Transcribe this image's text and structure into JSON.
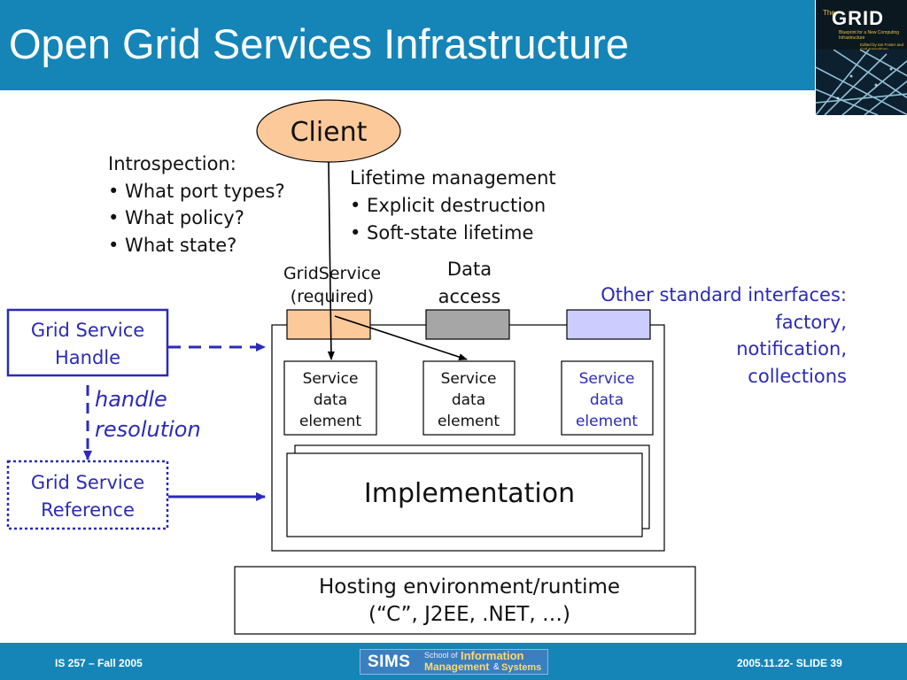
{
  "slide": {
    "title": "Open Grid Services Infrastructure"
  },
  "book_cover": {
    "the": "The",
    "title": "GRID",
    "subtitle": "Blueprint for a New Computing Infrastructure",
    "editors": "Edited by Ian Foster and Carl Kesselman"
  },
  "diagram": {
    "client": "Client",
    "introspection": {
      "heading": "Introspection:",
      "items": [
        "• What port types?",
        "• What policy?",
        "• What state?"
      ]
    },
    "lifetime": {
      "heading": "Lifetime management",
      "items": [
        "• Explicit destruction",
        "• Soft-state lifetime"
      ]
    },
    "gridservice_label": [
      "GridService",
      "(required)"
    ],
    "data_access_label": [
      "Data",
      "access"
    ],
    "other_interfaces": [
      "Other standard interfaces:",
      "factory,",
      "notification,",
      "collections"
    ],
    "grid_service_handle": [
      "Grid Service",
      "Handle"
    ],
    "handle_resolution": [
      "handle",
      "resolution"
    ],
    "grid_service_reference": [
      "Grid Service",
      "Reference"
    ],
    "sde_label": [
      "Service",
      "data",
      "element"
    ],
    "implementation": "Implementation",
    "hosting": [
      "Hosting environment/runtime",
      "(“C”, J2EE, .NET, …)"
    ]
  },
  "colors": {
    "header": "#1585b8",
    "client_fill": "#fcc99b",
    "gridservice_port": "#fcc99b",
    "data_access_port": "#a6a6a6",
    "other_port": "#ccccff",
    "blue_accent": "#2b2bb8"
  },
  "footer": {
    "left": "IS 257 – Fall 2005",
    "right": "2005.11.22- SLIDE 39",
    "logo": {
      "sims": "SIMS",
      "school_of": "School of",
      "information": "Information",
      "management": "Management",
      "amp": "&",
      "systems": "Systems"
    }
  }
}
